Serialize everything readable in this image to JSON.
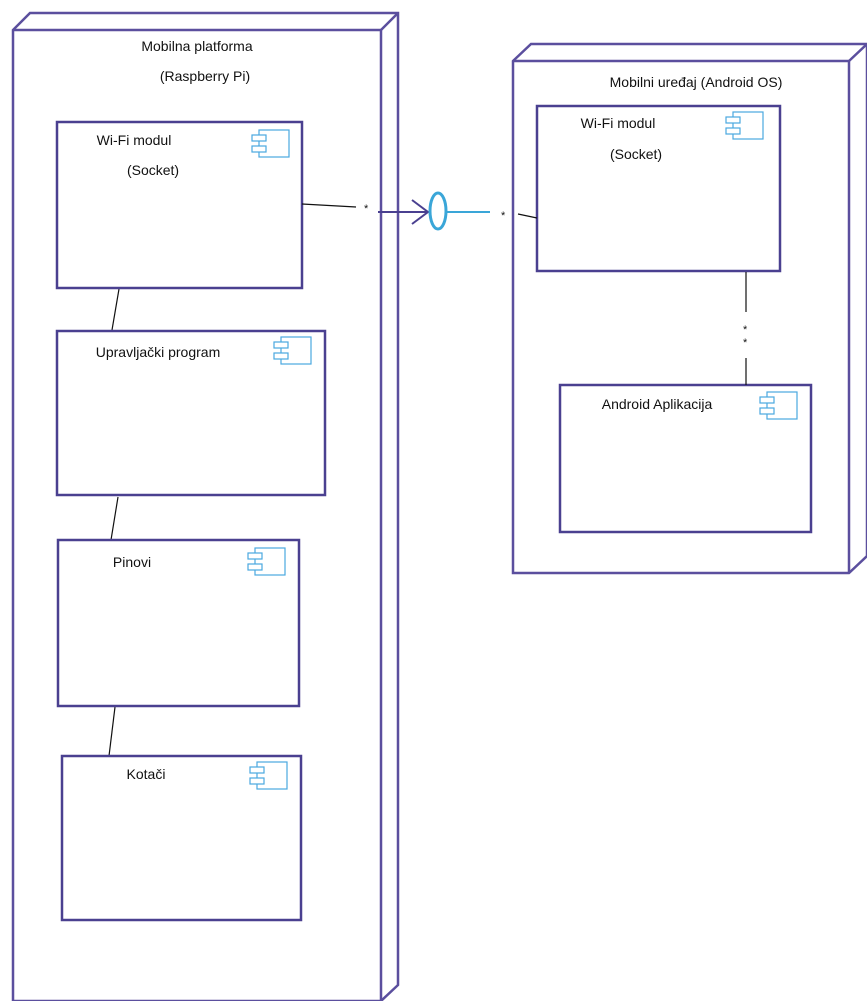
{
  "colors": {
    "node_border": "#5b4f9e",
    "component_border": "#4a4090",
    "component_icon": "#4aa8e0",
    "interface": "#3aa6d8",
    "connector": "#111111"
  },
  "nodes": {
    "mobile_platform": {
      "title_line1": "Mobilna platforma",
      "title_line2": "(Raspberry Pi)"
    },
    "mobile_device": {
      "title": "Mobilni uređaj (Android OS)"
    }
  },
  "components": {
    "wifi_platform": {
      "line1": "Wi-Fi modul",
      "line2": "(Socket)",
      "icon": "component-icon"
    },
    "control_program": {
      "line1": "Upravljački program",
      "icon": "component-icon"
    },
    "pins": {
      "line1": "Pinovi",
      "icon": "component-icon"
    },
    "wheels": {
      "line1": "Kotači",
      "icon": "component-icon"
    },
    "wifi_device": {
      "line1": "Wi-Fi modul",
      "line2": "(Socket)",
      "icon": "component-icon"
    },
    "android_app": {
      "line1": "Android Aplikacija",
      "icon": "component-icon"
    }
  },
  "connections": {
    "wifi_link": {
      "source_multiplicity": "*",
      "target_multiplicity": "*",
      "interface_icon": "required-interface-icon"
    },
    "device_link": {
      "source_multiplicity": "*",
      "target_multiplicity": "*"
    }
  }
}
